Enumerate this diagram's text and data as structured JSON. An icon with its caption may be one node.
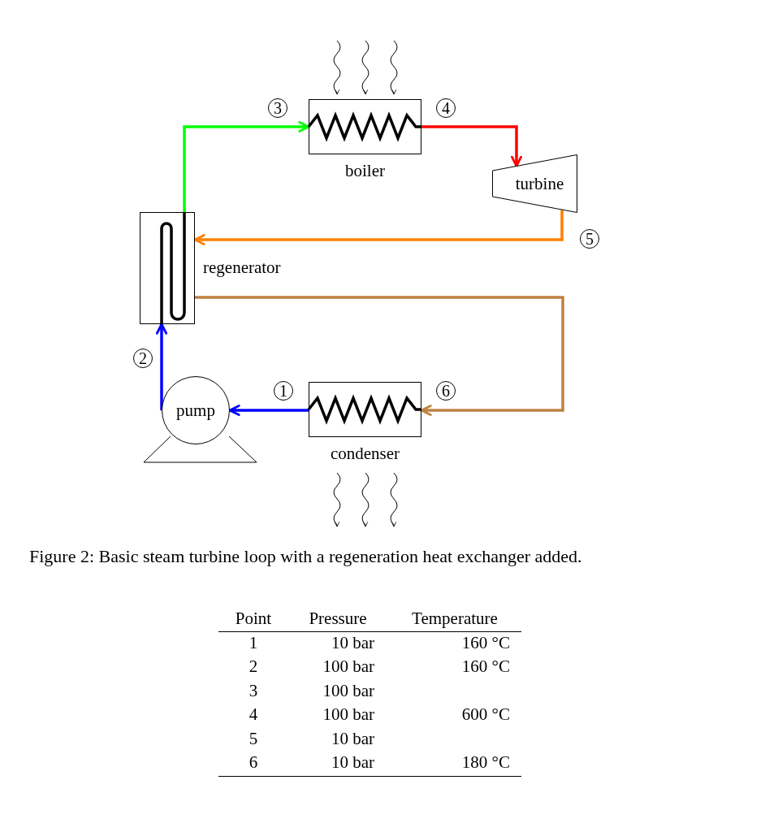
{
  "diagram": {
    "caption": "Figure 2: Basic steam turbine loop with a regeneration heat exchanger added.",
    "nodes": [
      {
        "text": [
          "boiler"
        ]
      },
      {
        "text": [
          "turbine"
        ]
      },
      {
        "text": [
          "regenerator"
        ]
      },
      {
        "text": [
          "pump"
        ]
      },
      {
        "text": [
          "condenser"
        ]
      }
    ],
    "edges": [
      {
        "from": 2,
        "to": 0,
        "arrow": "to",
        "label": "3",
        "color": "#00ff00"
      },
      {
        "from": 0,
        "to": 1,
        "arrow": "to",
        "label": "4",
        "color": "#ff0000"
      },
      {
        "from": 1,
        "to": 2,
        "arrow": "to",
        "label": "5",
        "color": "#ff8000"
      },
      {
        "from": 2,
        "to": 4,
        "arrow": "to",
        "label": "6",
        "color": "#bf8040"
      },
      {
        "from": 4,
        "to": 3,
        "arrow": "to",
        "label": "1",
        "color": "#0000ff"
      },
      {
        "from": 3,
        "to": 2,
        "arrow": "to",
        "label": "2",
        "color": "#0000ff"
      }
    ],
    "labels": [
      "Point",
      "Pressure",
      "Temperature",
      "1",
      "10 bar",
      "160 °C",
      "2",
      "100 bar",
      "160 °C",
      "3",
      "100 bar",
      "4",
      "100 bar",
      "600 °C",
      "5",
      "10 bar",
      "6",
      "10 bar",
      "180 °C"
    ]
  }
}
